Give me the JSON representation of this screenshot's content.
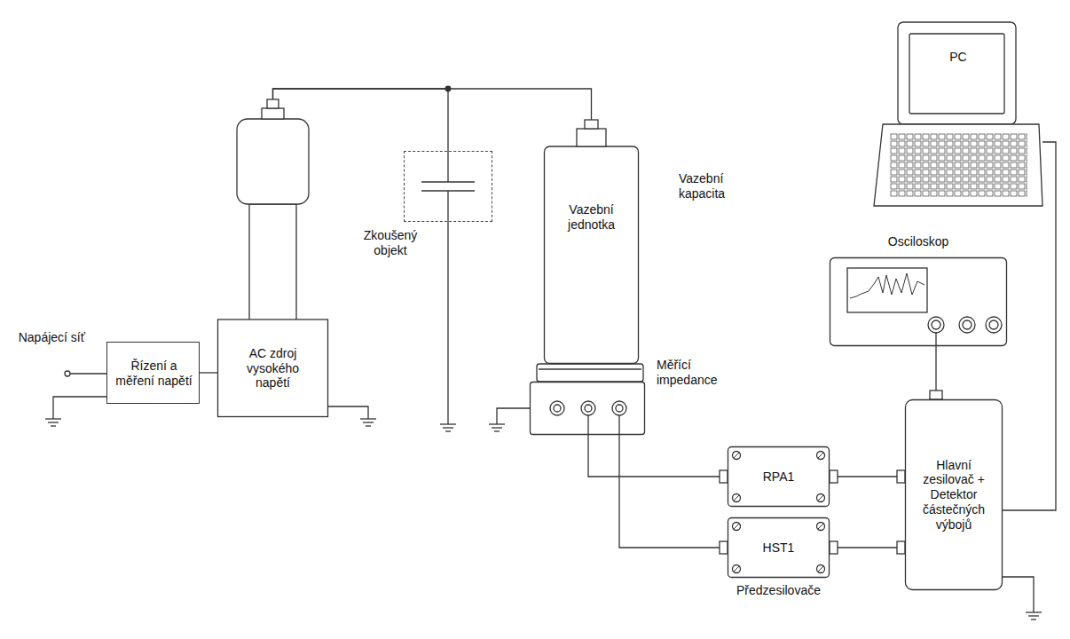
{
  "diagram": {
    "nodes": [
      {
        "text": [
          "Řízení a měření napětí"
        ]
      },
      {
        "text": [
          "AC zdroj vysokého napětí"
        ]
      },
      {
        "text": [
          "Zkoušený objekt"
        ]
      },
      {
        "text": [
          "Vazební jednotka",
          "Vazební kapacita"
        ]
      },
      {
        "text": [
          "Měřící impedance"
        ]
      },
      {
        "text": [
          "RPA1"
        ]
      },
      {
        "text": [
          "HST1"
        ]
      },
      {
        "text": [
          "Hlavní zesilovač + Detektor částečných výbojů"
        ]
      },
      {
        "text": [
          "Osciloskop"
        ]
      },
      {
        "text": [
          "PC"
        ]
      }
    ],
    "edges": [
      {
        "from": 0,
        "to": 1,
        "arrow": "none"
      },
      {
        "from": 1,
        "to": 2,
        "arrow": "none"
      },
      {
        "from": 1,
        "to": 3,
        "arrow": "none"
      },
      {
        "from": 4,
        "to": 5,
        "arrow": "none"
      },
      {
        "from": 4,
        "to": 6,
        "arrow": "none"
      },
      {
        "from": 5,
        "to": 7,
        "arrow": "none"
      },
      {
        "from": 6,
        "to": 7,
        "arrow": "none"
      },
      {
        "from": 7,
        "to": 8,
        "arrow": "none"
      },
      {
        "from": 7,
        "to": 9,
        "arrow": "none"
      }
    ],
    "labels": [
      "Napájecí síť",
      "Předzesilovače"
    ]
  }
}
